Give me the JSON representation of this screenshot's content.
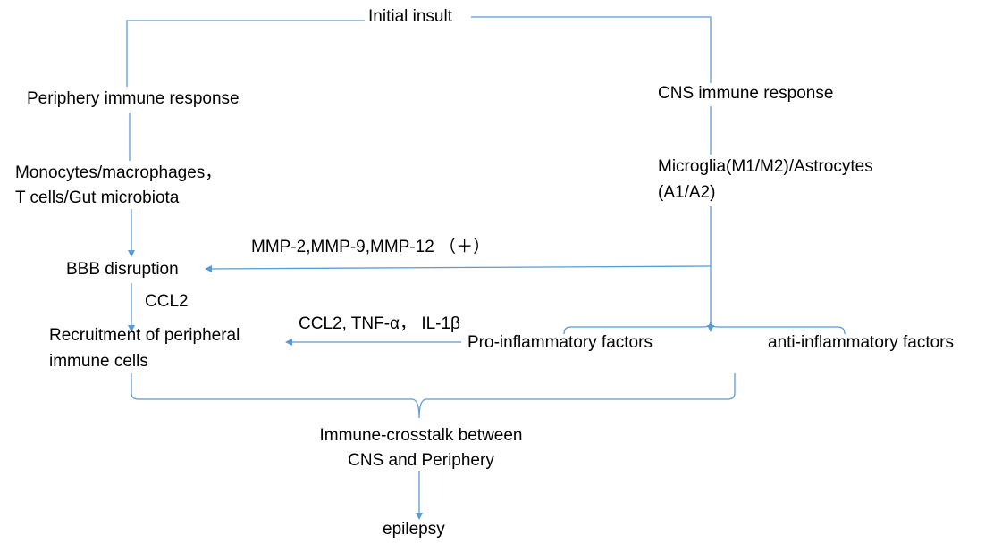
{
  "diagram": {
    "nodes": {
      "initial_insult": "Initial insult",
      "periphery_response": "Periphery immune response",
      "cns_response": "CNS immune response",
      "periphery_cells_line1": "Monocytes/macrophages，",
      "periphery_cells_line2": "T cells/Gut microbiota",
      "cns_cells_line1": "Microglia(M1/M2)/Astrocytes",
      "cns_cells_line2": "(A1/A2)",
      "bbb_disruption": "BBB disruption",
      "recruitment_line1": "Recruitment of peripheral",
      "recruitment_line2": "immune cells",
      "pro_inflammatory": "Pro-inflammatory factors",
      "anti_inflammatory": "anti-inflammatory factors",
      "crosstalk_line1": "Immune-crosstalk between",
      "crosstalk_line2": "CNS and Periphery",
      "epilepsy": "epilepsy"
    },
    "edge_labels": {
      "mmp": "MMP-2,MMP-9,MMP-12 （＋）",
      "ccl2": "CCL2",
      "cytokines": "CCL2, TNF-α， IL-1β"
    },
    "line_color": "#5b9bd5"
  }
}
